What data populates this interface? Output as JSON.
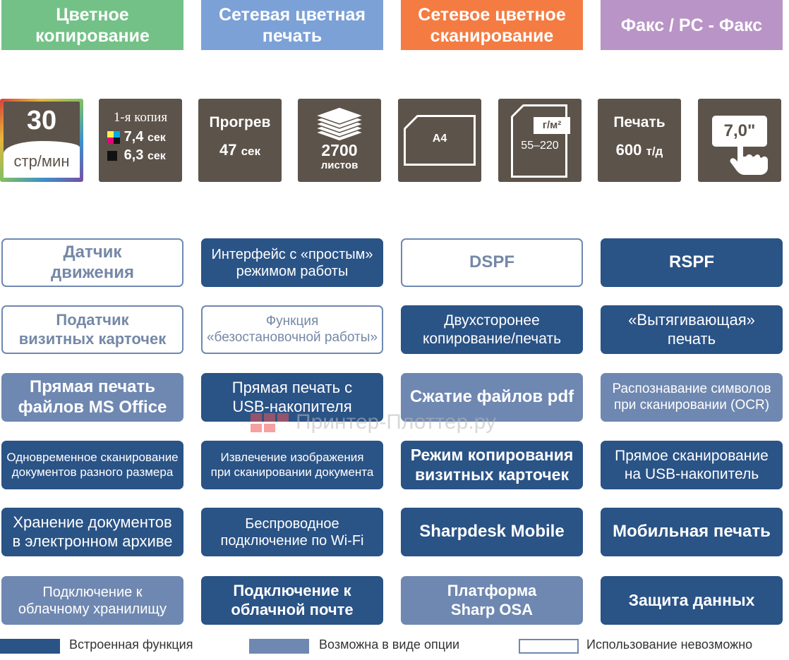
{
  "colors": {
    "builtin": "#2a5386",
    "option": "#6f88b1",
    "none_border": "#6f88b1",
    "tile_bg": "#5c534a",
    "header_green": "#73c187",
    "header_blue": "#7ba1d7",
    "header_orange": "#f47c43",
    "header_purple": "#b994c6"
  },
  "headers": [
    {
      "label": "Цветное\nкопирование"
    },
    {
      "label": "Сетевая цветная\nпечать"
    },
    {
      "label": "Сетевое цветное\nсканирование"
    },
    {
      "label": "Факс / PC - Факс"
    }
  ],
  "tiles": {
    "speed": {
      "value": "30",
      "unit": "стр/мин"
    },
    "first_copy": {
      "title": "1-я копия",
      "color_time": "7,4",
      "bw_time": "6,3",
      "unit": "сек"
    },
    "warmup": {
      "title": "Прогрев",
      "value": "47",
      "unit": "сек"
    },
    "capacity": {
      "value": "2700",
      "unit": "листов"
    },
    "paper_size": {
      "label": "A4"
    },
    "paper_weight": {
      "unit": "г/м²",
      "range": "55–220"
    },
    "resolution": {
      "title": "Печать",
      "value": "600",
      "unit": "т/д"
    },
    "display": {
      "label": "7,0\""
    }
  },
  "features": [
    {
      "label": "Датчик\nдвижения",
      "status": "none"
    },
    {
      "label": "Интерфейс с «простым»\nрежимом работы",
      "status": "builtin"
    },
    {
      "label": "DSPF",
      "status": "none"
    },
    {
      "label": "RSPF",
      "status": "builtin"
    },
    {
      "label": "Податчик\nвизитных карточек",
      "status": "none"
    },
    {
      "label": "Функция\n«безостановочной работы»",
      "status": "none"
    },
    {
      "label": "Двухсторонее\nкопирование/печать",
      "status": "builtin"
    },
    {
      "label": "«Вытягивающая»\nпечать",
      "status": "builtin"
    },
    {
      "label": "Прямая печать\nфайлов MS Office",
      "status": "option"
    },
    {
      "label": "Прямая печать с\nUSB-накопителя",
      "status": "builtin"
    },
    {
      "label": "Сжатие файлов pdf",
      "status": "option"
    },
    {
      "label": "Распознавание символов\nпри сканировании (OCR)",
      "status": "option"
    },
    {
      "label": "Одновременное сканирование\nдокументов разного размера",
      "status": "builtin"
    },
    {
      "label": "Извлечение изображения\nпри сканировании документа",
      "status": "builtin"
    },
    {
      "label": "Режим копирования\nвизитных карточек",
      "status": "builtin"
    },
    {
      "label": "Прямое сканирование\nна  USB-накопитель",
      "status": "builtin"
    },
    {
      "label": "Хранение документов\nв электронном архиве",
      "status": "builtin"
    },
    {
      "label": "Беспроводное\nподключение по Wi-Fi",
      "status": "builtin"
    },
    {
      "label": "Sharpdesk Mobile",
      "status": "builtin"
    },
    {
      "label": "Мобильная печать",
      "status": "builtin"
    },
    {
      "label": "Подключение к\nоблачному хранилищу",
      "status": "option"
    },
    {
      "label": "Подключение к\nоблачной почте",
      "status": "builtin"
    },
    {
      "label": "Платформа\nSharp OSA",
      "status": "option"
    },
    {
      "label": "Защита данных",
      "status": "builtin"
    }
  ],
  "legend": [
    {
      "label": "Встроенная функция"
    },
    {
      "label": "Возможна в виде опции"
    },
    {
      "label": "Использование невозможно"
    }
  ],
  "watermark": "Принтер-Плоттер.ру"
}
